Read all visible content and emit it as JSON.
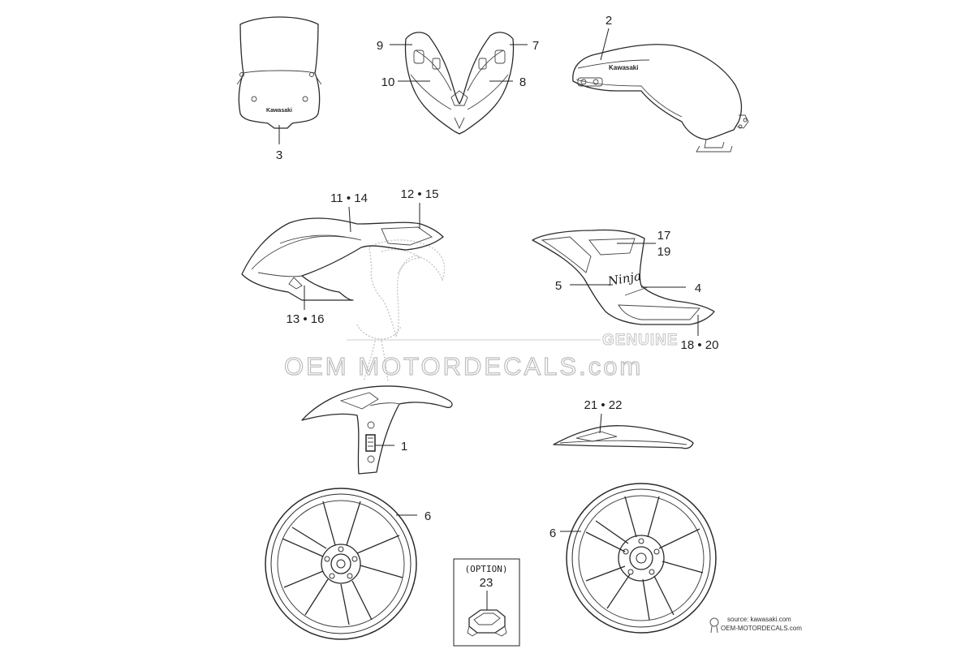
{
  "callouts": {
    "c1": "1",
    "c2": "2",
    "c3": "3",
    "c4": "4",
    "c5": "5",
    "c6a": "6",
    "c6b": "6",
    "c7": "7",
    "c8": "8",
    "c9": "9",
    "c10": "10",
    "c11_14": "11 • 14",
    "c12_15": "12 • 15",
    "c13_16": "13 • 16",
    "c17": "17",
    "c18_20": "18 • 20",
    "c19": "19",
    "c21_22": "21 • 22",
    "c23": "23"
  },
  "option_label": "(OPTION)",
  "part_lettering": {
    "windshield": "Kawasaki",
    "tank": "Kawasaki",
    "side_cover": "Ninja"
  },
  "watermark": {
    "site": "OEM MOTORDECALS.com",
    "genuine": "GENUINE"
  },
  "source_note": {
    "line1": "source: kawasaki.com",
    "line2": "OEM-MOTORDECALS.com"
  }
}
